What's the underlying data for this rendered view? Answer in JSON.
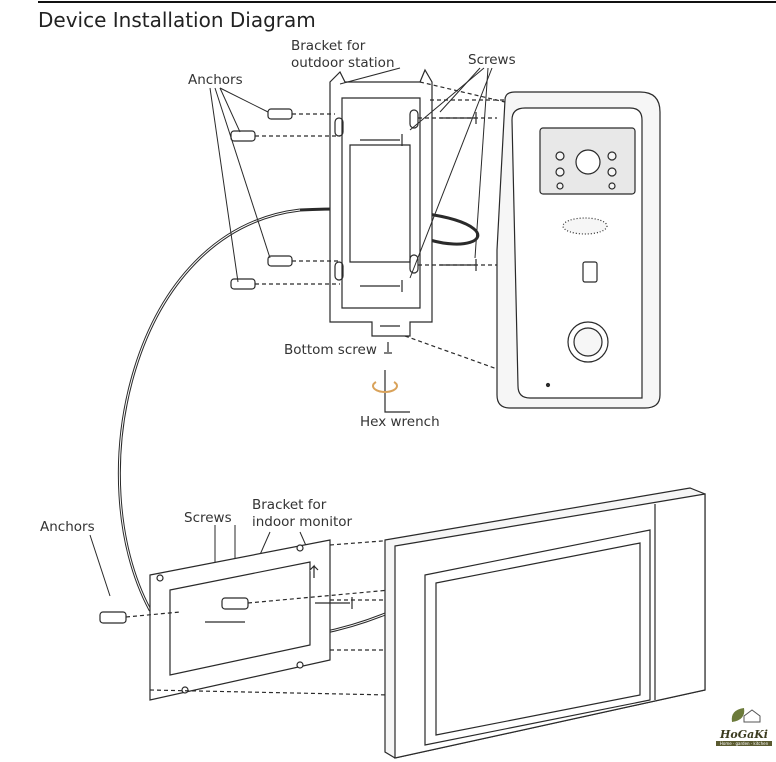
{
  "title": "Device Installation Diagram",
  "labels": {
    "bracket_outdoor_1": "Bracket for",
    "bracket_outdoor_2": "outdoor station",
    "anchors_top": "Anchors",
    "screws_top": "Screws",
    "bottom_screw": "Bottom screw",
    "hex_wrench": "Hex wrench",
    "anchors_bottom": "Anchors",
    "screws_bottom": "Screws",
    "bracket_indoor_1": "Bracket for",
    "bracket_indoor_2": "indoor monitor"
  },
  "logo": {
    "name": "HoGaKi",
    "tagline": "Home · garden · kitchen"
  },
  "colors": {
    "line": "#2a2a2a",
    "device_fill": "#f4f4f4",
    "arrow_accent": "#d9a25a"
  }
}
